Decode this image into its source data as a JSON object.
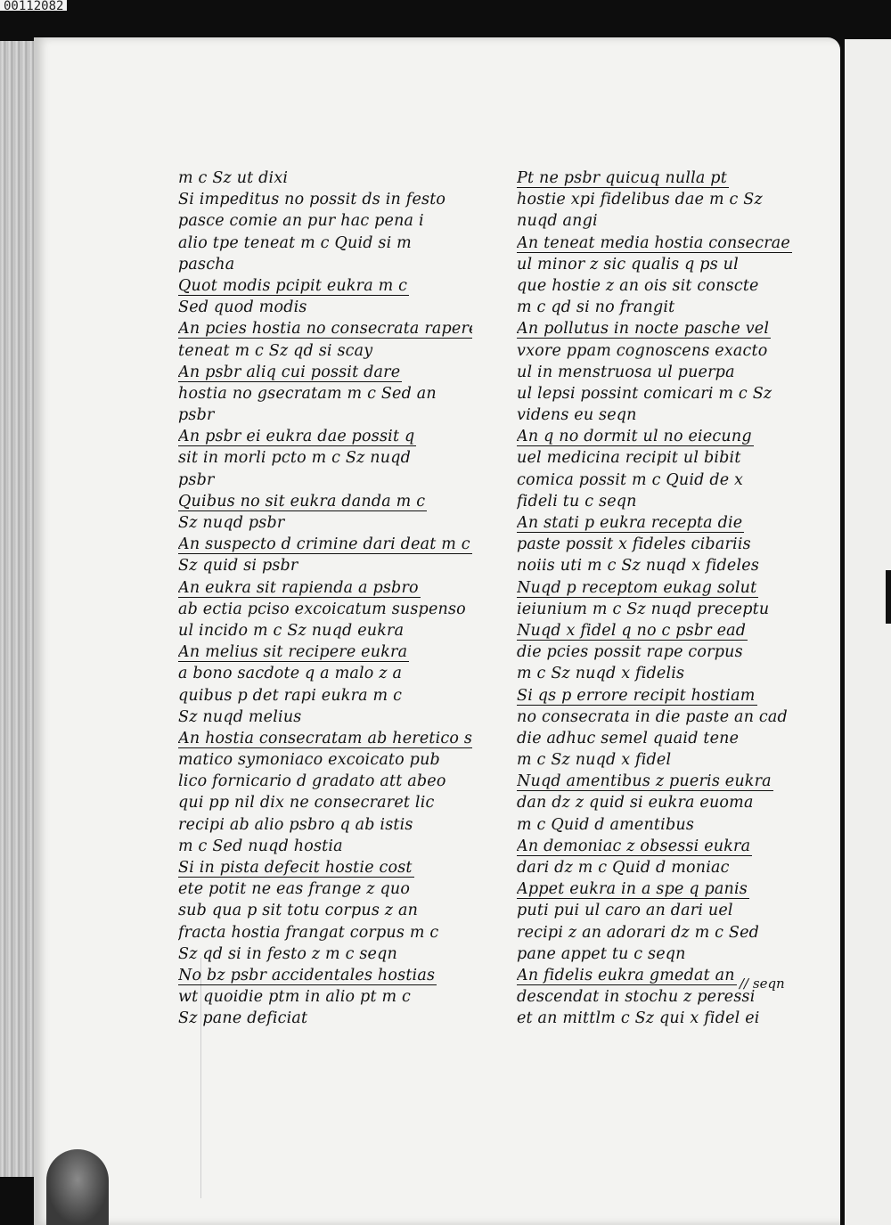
{
  "scan_id": "00112082",
  "left_column": [
    "m c Sz ut dixi",
    "Si impeditus no possit ds in festo",
    "pasce comie an pur hac pena i",
    "alio tpe teneat m c Quid si m",
    "pascha",
    "Quot modis pcipit eukra m c",
    "Sed quod modis",
    "An pcies hostia no consecrata rapere",
    "teneat m c Sz qd si scay",
    "An psbr aliq cui possit dare",
    "hostia no gsecratam m c Sed an",
    "psbr",
    "An psbr ei eukra dae possit q",
    "sit in morli pcto m c Sz nuqd",
    "psbr",
    "Quibus no sit eukra danda m c",
    "Sz nuqd psbr",
    "An suspecto d crimine dari deat m c",
    "Sz quid si psbr",
    "An eukra sit rapienda a psbro",
    "ab ectia pciso excoicatum suspenso",
    "ul incido m c Sz nuqd eukra",
    "An melius sit recipere eukra",
    "a bono sacdote q a malo z a",
    "quibus p det rapi eukra m c",
    "Sz nuqd melius",
    "An hostia consecratam ab heretico scis",
    "matico symoniaco excoicato pub",
    "lico fornicario d gradato att abeo",
    "qui pp nil dix ne consecraret lic",
    "recipi ab alio psbro q ab istis",
    "m c Sed nuqd hostia",
    "Si in pista defecit hostie cost",
    "ete potit ne eas frange z quo",
    "sub qua p sit totu corpus z an",
    "fracta hostia frangat corpus m c",
    "Sz qd si in festo z m c seqn",
    "No bz psbr accidentales hostias",
    "wt quoidie ptm in alio pt m c",
    "Sz pane deficiat"
  ],
  "right_column": [
    "Pt ne psbr quicuq nulla pt",
    "hostie xpi fidelibus dae m c Sz",
    "nuqd angi",
    "An teneat media hostia consecrae",
    "ul minor z sic qualis q ps ul",
    "que hostie z an ois sit conscte",
    "m c qd si no frangit",
    "An pollutus in nocte pasche vel",
    "vxore ppam cognoscens exacto",
    "ul in menstruosa ul puerpa",
    "ul lepsi possint comicari m c Sz",
    "videns eu seqn",
    "An q no dormit ul no eiecung",
    "uel medicina recipit ul bibit",
    "comica possit m c Quid de x",
    "fideli tu c seqn",
    "An stati p eukra recepta die",
    "paste possit x fideles cibariis",
    "noiis uti m c Sz nuqd x fideles",
    "Nuqd p receptom eukag solut",
    "ieiunium m c Sz nuqd preceptu",
    "Nuqd x fidel q no c psbr ead",
    "die pcies possit rape corpus",
    "m c Sz nuqd x fidelis",
    "Si qs p errore recipit hostiam",
    "no consecrata in die paste an cad",
    "die adhuc semel quaid tene",
    "m c Sz nuqd x fidel",
    "Nuqd amentibus z pueris eukra",
    "dan dz z quid si eukra euoma",
    "m c Quid d amentibus",
    "An demoniac z obsessi eukra",
    "dari dz m c Quid d moniac",
    "Appet eukra in a spe q panis",
    "puti pui ul caro an dari uel",
    "recipi z an adorari dz m c Sed",
    "pane appet tu c seqn",
    "An fidelis eukra gmedat an",
    "descendat in stochu z peressi",
    "et an mittlm c Sz qui x fidel ei"
  ],
  "marginal_note": "// seqn",
  "rubric_lines": {
    "left": [
      5,
      7,
      9,
      12,
      15,
      17,
      19,
      22,
      26,
      32,
      37
    ],
    "right": [
      0,
      3,
      7,
      12,
      16,
      19,
      21,
      24,
      28,
      31,
      33,
      37
    ]
  }
}
